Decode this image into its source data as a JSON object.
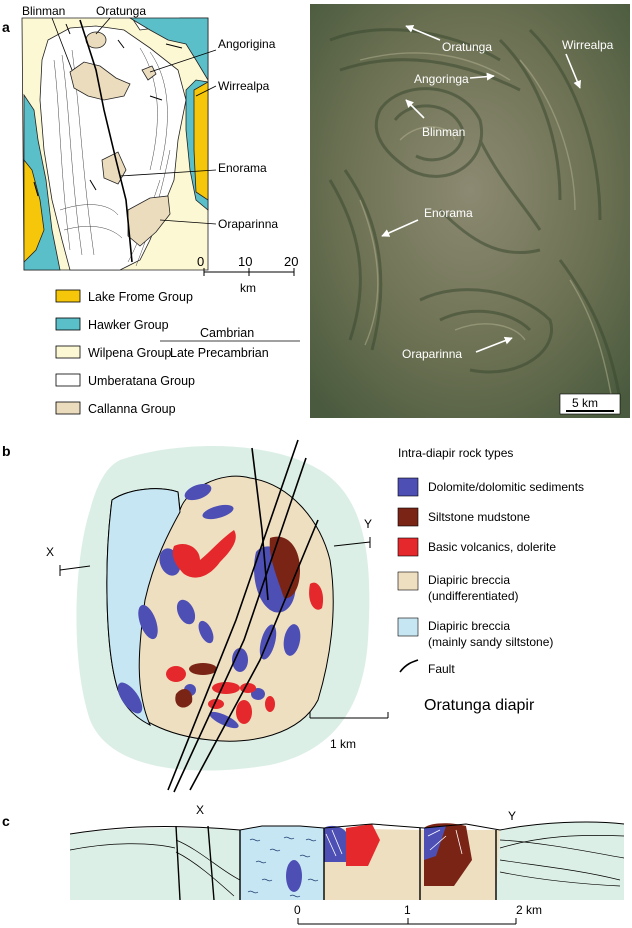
{
  "panels": {
    "a": "a",
    "b": "b",
    "c": "c"
  },
  "map_a": {
    "places": {
      "blinman": "Blinman",
      "oratunga": "Oratunga",
      "angorigina": "Angorigina",
      "wirrealpa": "Wirrealpa",
      "enorama": "Enorama",
      "oraparinna": "Oraparinna"
    },
    "scale": {
      "ticks": [
        "0",
        "10",
        "20"
      ],
      "unit": "km"
    },
    "legend": [
      {
        "label": "Lake Frome Group",
        "color": "#f5c60a"
      },
      {
        "label": "Hawker Group",
        "color": "#5bbfca"
      },
      {
        "label": "Wilpena Group",
        "color": "#fdf8d4"
      },
      {
        "label": "Umberatana Group",
        "color": "#ffffff"
      },
      {
        "label": "Callanna Group",
        "color": "#ecdcbe"
      }
    ],
    "age_upper": "Cambrian",
    "age_lower": "Late Precambrian"
  },
  "photo": {
    "labels": {
      "oratunga": "Oratunga",
      "angoringa": "Angoringa",
      "wirrealpa": "Wirrealpa",
      "blinman": "Blinman",
      "enorama": "Enorama",
      "oraparinna": "Oraparinna"
    },
    "scale": "5 km"
  },
  "map_b": {
    "x": "X",
    "y": "Y",
    "scale": "1 km",
    "title": "Oratunga diapir",
    "legend_title": "Intra-diapir rock types",
    "legend": [
      {
        "label": "Dolomite/dolomitic sediments",
        "color": "#4d4fb5"
      },
      {
        "label": "Siltstone mudstone",
        "color": "#7a2416"
      },
      {
        "label": "Basic volcanics, dolerite",
        "color": "#e5282b"
      },
      {
        "label": "Diapiric breccia",
        "label2": "(undifferentiated)",
        "color": "#efdfc1"
      },
      {
        "label": "Diapiric breccia",
        "label2": "(mainly sandy siltstone)",
        "color": "#c7e6f3"
      }
    ],
    "fault": "Fault"
  },
  "section_c": {
    "x": "X",
    "y": "Y",
    "scale_ticks": [
      "0",
      "1",
      "2 km"
    ]
  },
  "colors": {
    "halo": "#dcefe6",
    "breccia": "#efdfc1",
    "sandy": "#c7e6f3",
    "dolomite": "#4d4fb5",
    "siltstone": "#7a2416",
    "volcanic": "#e5282b",
    "wilpena": "#fdf8d4",
    "hawker": "#5bbfca",
    "lakefrome": "#f5c60a",
    "callanna": "#ecdcbe"
  }
}
